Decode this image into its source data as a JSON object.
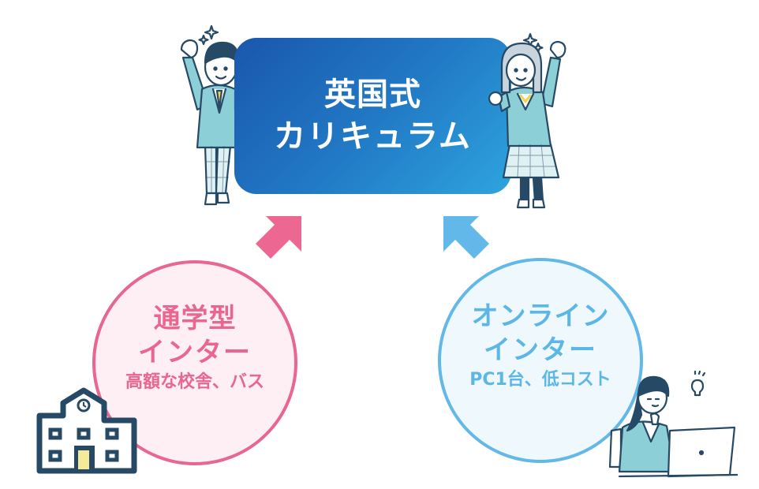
{
  "center": {
    "title_line1": "英国式",
    "title_line2": "カリキュラム",
    "gradient_from": "#1a57ad",
    "gradient_to": "#2ea4de"
  },
  "left_option": {
    "line1": "通学型",
    "line2": "インター",
    "note": "高額な校舎、バス",
    "color": "#e8668f",
    "fill": "#fdeff4",
    "icon": "school-building-icon"
  },
  "right_option": {
    "line1": "オンライン",
    "line2": "インター",
    "note": "PC1台、低コスト",
    "color": "#62b8e8",
    "fill": "#eff8fd",
    "icon": "woman-laptop-icon"
  },
  "arrows": [
    {
      "direction": "up-right",
      "color": "#ec6892"
    },
    {
      "direction": "up-left",
      "color": "#62b8e8"
    }
  ],
  "illustrations": [
    "boy-student-cheering",
    "girl-student-cheering",
    "school-building",
    "woman-at-laptop-with-lightbulb"
  ]
}
